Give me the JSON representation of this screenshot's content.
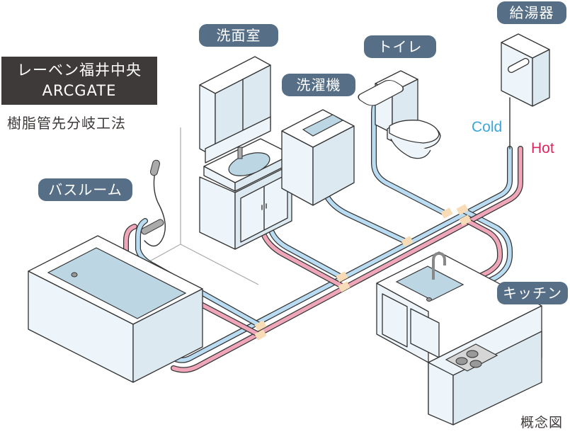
{
  "title": {
    "line1": "レーベン福井中央",
    "line2": "ARCGATE",
    "subtitle": "樹脂管先分岐工法"
  },
  "locations": {
    "washroom": "洗面室",
    "washing_machine": "洗濯機",
    "toilet": "トイレ",
    "water_heater": "給湯器",
    "bathroom": "バスルーム",
    "kitchen": "キッチン"
  },
  "pipe_labels": {
    "cold": "Cold",
    "hot": "Hot"
  },
  "colors": {
    "label_bg": "#566f87",
    "title_bg": "#3e3a39",
    "cold_pipe": "#b9dcf2",
    "hot_pipe": "#eea6b8",
    "cold_text": "#3aa6dc",
    "hot_text": "#e0245e",
    "fitting": "#f8dcb8",
    "fixture_face": "#eef5fa",
    "water": "#bcd6e4"
  },
  "caption": "概念図"
}
